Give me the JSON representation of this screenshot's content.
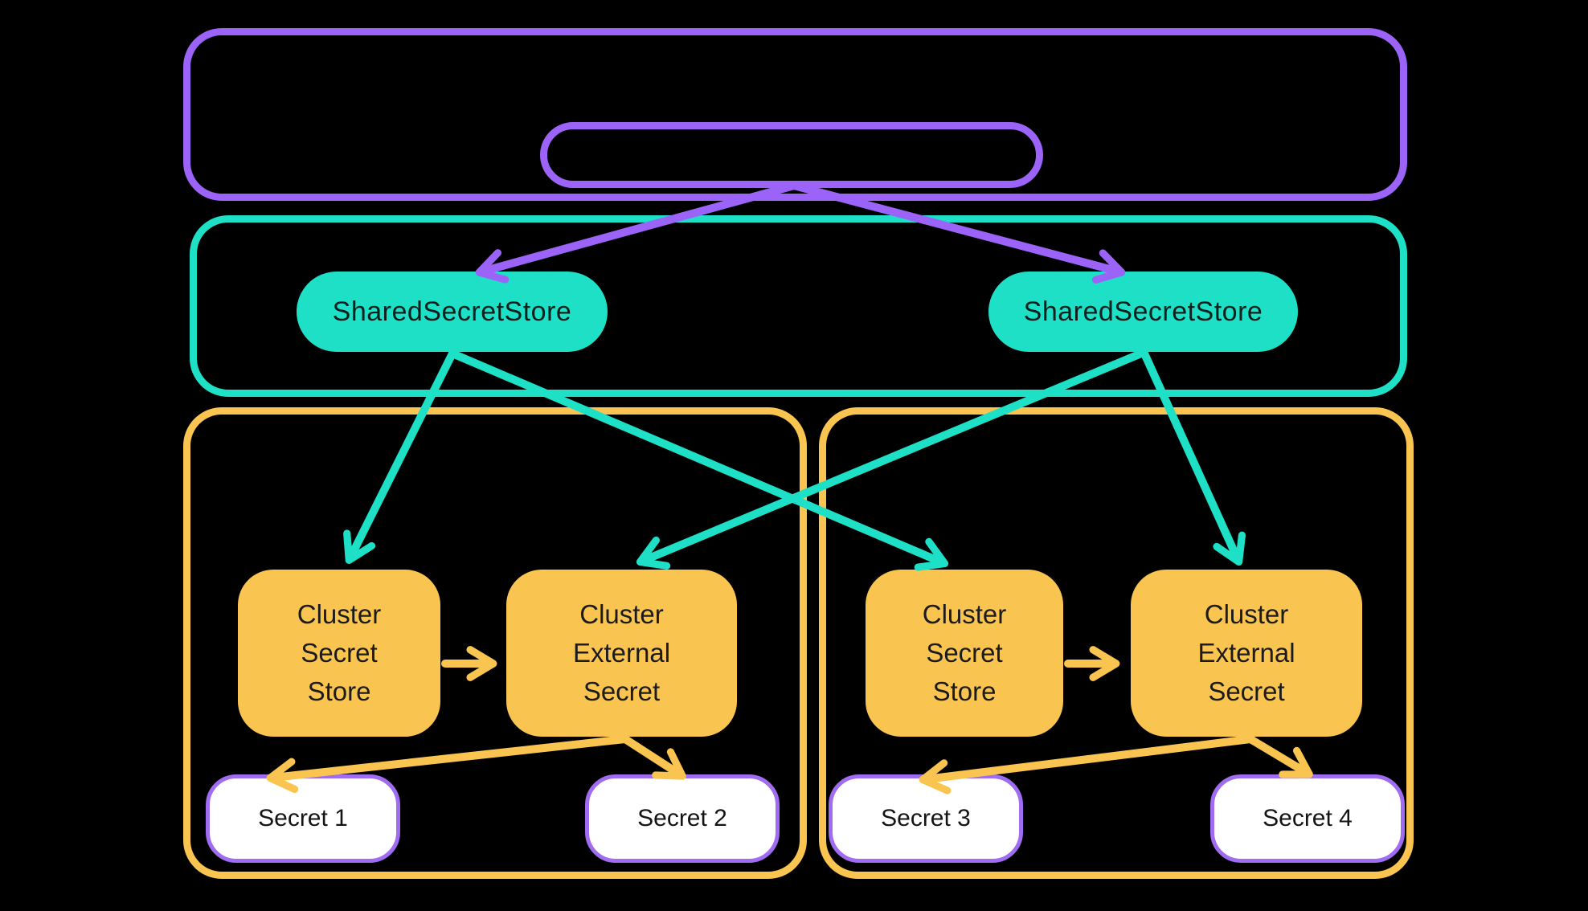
{
  "colors": {
    "background": "#000000",
    "purple_outline": "#9B63F8",
    "teal": "#1EE0C6",
    "yellow": "#FAC451",
    "secret_pill_border": "#9F6CF2",
    "secret_pill_background": "#FFFFFF",
    "label_text": "#141414"
  },
  "shared_secret_stores": [
    {
      "label": "SharedSecretStore"
    },
    {
      "label": "SharedSecretStore"
    }
  ],
  "clusters": [
    {
      "secret_store": {
        "line1": "Cluster",
        "line2": "Secret",
        "line3": "Store"
      },
      "external_secret": {
        "line1": "Cluster",
        "line2": "External",
        "line3": "Secret"
      },
      "secrets": [
        {
          "label": "Secret 1"
        },
        {
          "label": "Secret 2"
        }
      ]
    },
    {
      "secret_store": {
        "line1": "Cluster",
        "line2": "Secret",
        "line3": "Store"
      },
      "external_secret": {
        "line1": "Cluster",
        "line2": "External",
        "line3": "Secret"
      },
      "secrets": [
        {
          "label": "Secret 3"
        },
        {
          "label": "Secret 4"
        }
      ]
    }
  ]
}
